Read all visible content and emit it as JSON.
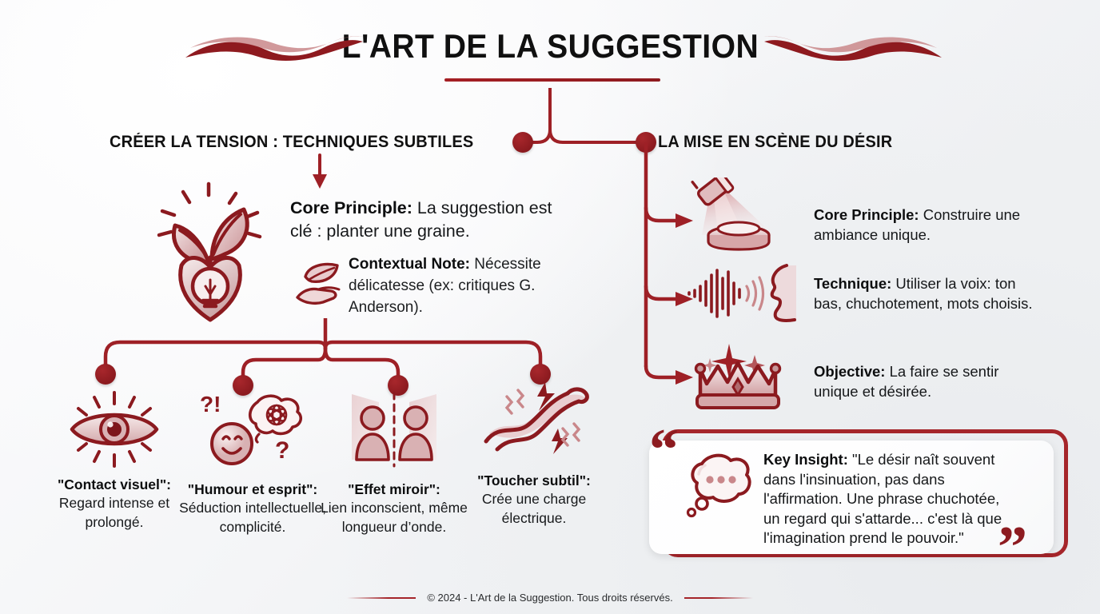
{
  "title": "L'ART DE LA SUGGESTION",
  "colors": {
    "accent_dark": "#8b1a1f",
    "accent": "#a5252a",
    "accent_light": "#c9878a",
    "text": "#16181a",
    "background": "#f2f4f6"
  },
  "sections": {
    "left": {
      "header": "CRÉER LA TENSION : TECHNIQUES SUBTILES",
      "icon": "sprout-lightbulb-icon",
      "core_principle_label": "Core Principle:",
      "core_principle_text": " La suggestion est clé : planter une graine.",
      "contextual_note_label": "Contextual Note:",
      "contextual_note_text": " Nécessite délicatesse (ex: critiques G. Anderson).",
      "note_icon": "hand-holding-leaf-icon"
    },
    "right": {
      "header": "LA MISE EN SCÈNE DU DÉSIR",
      "items": [
        {
          "icon": "spotlight-stage-icon",
          "label": "Core Principle:",
          "text": " Construire une ambiance unique."
        },
        {
          "icon": "voice-waveform-face-icon",
          "label": "Technique:",
          "text": " Utiliser la voix: ton bas, chuchotement, mots choisis."
        },
        {
          "icon": "crown-sparkle-icon",
          "label": "Objective:",
          "text": " La faire se sentir unique et désirée."
        }
      ]
    }
  },
  "techniques": [
    {
      "icon": "eye-rays-icon",
      "label": "\"Contact visuel\":",
      "text": "Regard intense et prolongé."
    },
    {
      "icon": "smiley-thought-bubble-icon",
      "label": "\"Humour et esprit\":",
      "text": "Séduction intellectuelle, complicité."
    },
    {
      "icon": "mirror-figures-icon",
      "label": "\"Effet miroir\":",
      "text": "Lien inconscient, même longueur d’onde."
    },
    {
      "icon": "hands-touch-spark-icon",
      "label": "\"Toucher subtil\":",
      "text": "Crée une charge électrique."
    }
  ],
  "quote": {
    "icon": "thought-bubble-icon",
    "label": "Key Insight:",
    "text": " \"Le désir naît souvent dans l'insinuation, pas dans l'affirmation. Une phrase chuchotée, un regard qui s'attarde... c'est là que l'imagination prend le pouvoir.\"",
    "mark_open": "“",
    "mark_close": "”"
  },
  "footer": {
    "text": "© 2024 - L'Art de la Suggestion. Tous droits réservés."
  }
}
